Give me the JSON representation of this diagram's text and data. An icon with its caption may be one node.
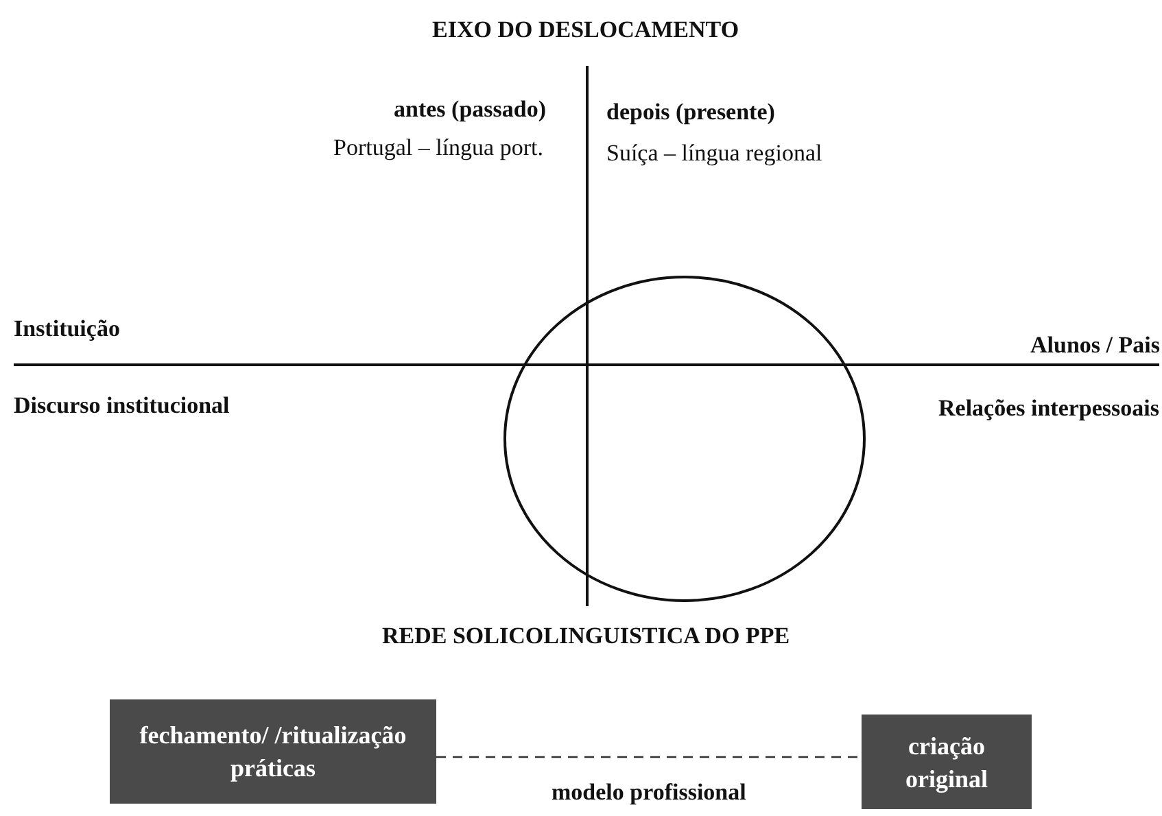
{
  "diagram": {
    "nodes": [
      {
        "text": [
          "fechamento/ /ritualização práticas"
        ]
      },
      {
        "text": [
          "criação original"
        ]
      }
    ],
    "edges": [
      {
        "from": 0,
        "to": 1,
        "arrow": "none",
        "style": "dashed",
        "label": "modelo profissional"
      }
    ],
    "labels": [
      "EIXO DO DESLOCAMENTO",
      "antes (passado)",
      "Portugal – língua port.",
      "depois (presente)",
      "Suíça – língua regional",
      "Instituição",
      "Alunos / Pais",
      "Discurso institucional",
      "Relações interpessoais",
      "REDE SOLICOLINGUISTICA DO PPE"
    ]
  }
}
